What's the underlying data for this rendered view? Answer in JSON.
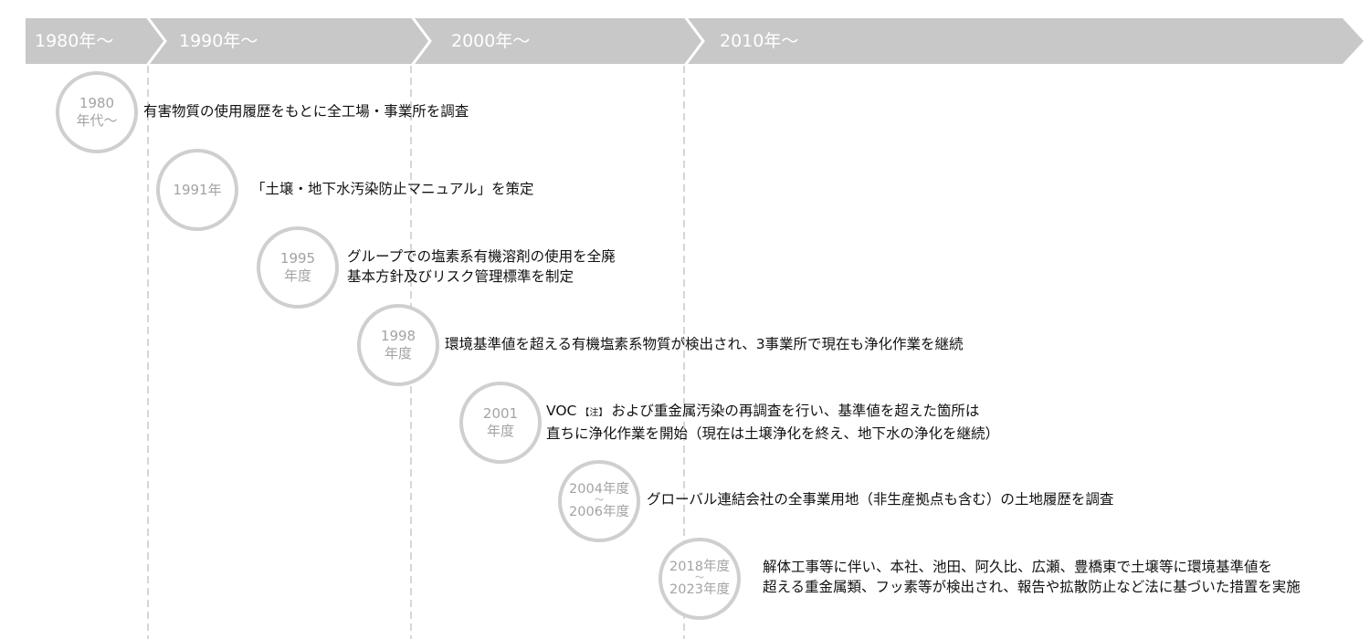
{
  "eras": [
    "1980年〜",
    "1990年〜",
    "2000年〜",
    "2010年〜"
  ],
  "colors": {
    "band": "#c8c8c8",
    "circle_border": "#cfcfcf",
    "circle_text": "#a3a3a3",
    "dashed": "#c8c8c8"
  },
  "events": [
    {
      "label_lines": [
        "1980",
        "年代〜"
      ],
      "text_lines": [
        "有害物質の使用履歴をもとに全工場・事業所を調査"
      ]
    },
    {
      "label_lines": [
        "1991年"
      ],
      "text_lines": [
        "「土壌・地下水汚染防止マニュアル」を策定"
      ]
    },
    {
      "label_lines": [
        "1995",
        "年度"
      ],
      "text_lines": [
        "グループでの塩素系有機溶剤の使用を全廃",
        "基本方針及びリスク管理標準を制定"
      ]
    },
    {
      "label_lines": [
        "1998",
        "年度"
      ],
      "text_lines": [
        "環境基準値を超える有機塩素系物質が検出され、3事業所で現在も浄化作業を継続"
      ]
    },
    {
      "label_lines": [
        "2001",
        "年度"
      ],
      "text_prefix": "VOC",
      "note": "【注】",
      "text_lines": [
        "および重金属汚染の再調査を行い、基準値を超えた箇所は",
        "直ちに浄化作業を開始（現在は土壌浄化を終え、地下水の浄化を継続）"
      ]
    },
    {
      "label_lines": [
        "2004年度",
        "〜",
        "2006年度"
      ],
      "text_lines": [
        "グローバル連結会社の全事業用地（非生産拠点も含む）の土地履歴を調査"
      ]
    },
    {
      "label_lines": [
        "2018年度",
        "〜",
        "2023年度"
      ],
      "text_lines": [
        "解体工事等に伴い、本社、池田、阿久比、広瀬、豊橋東で土壌等に環境基準値を",
        "超える重金属類、フッ素等が検出され、報告や拡散防止など法に基づいた措置を実施"
      ]
    }
  ]
}
